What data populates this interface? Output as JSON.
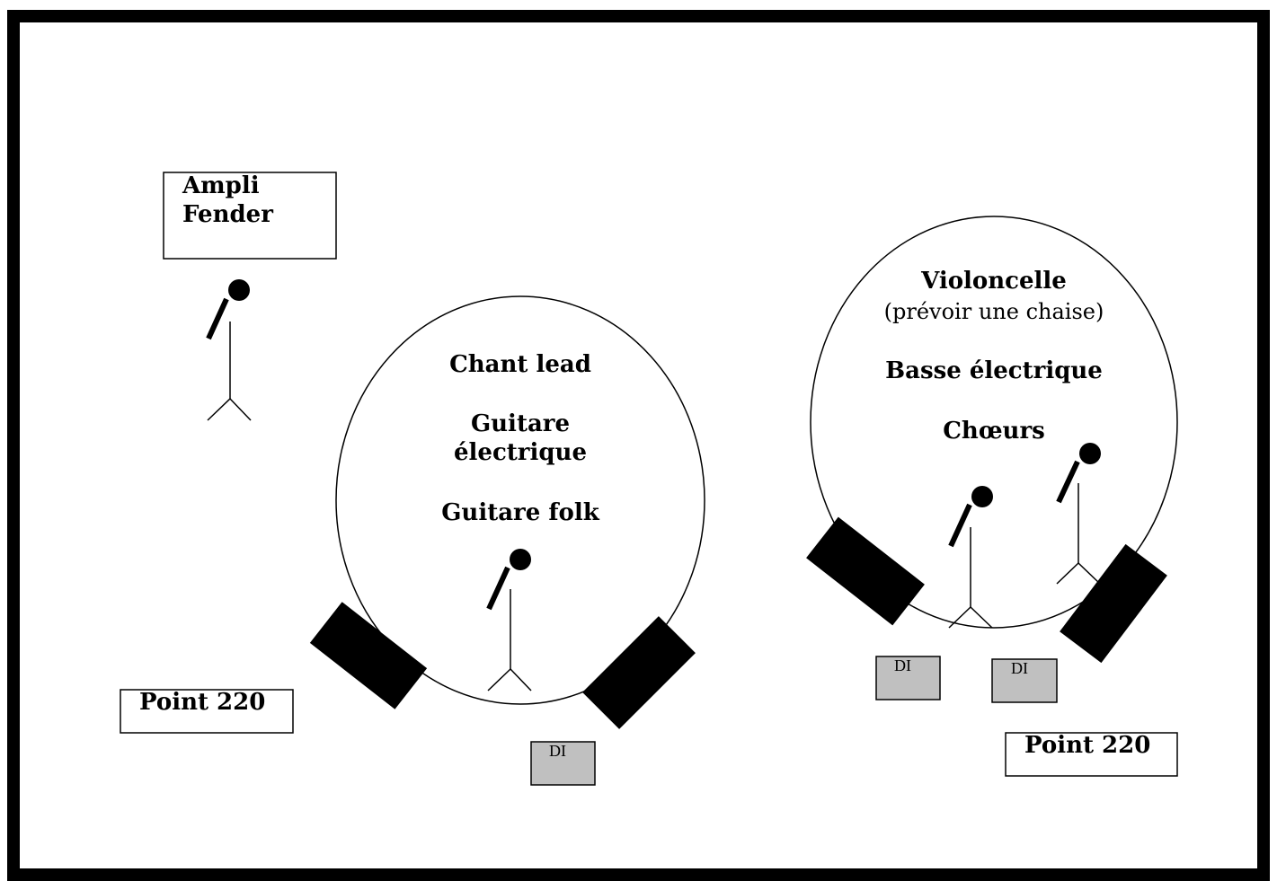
{
  "amp": {
    "line1": "Ampli",
    "line2": "Fender"
  },
  "power": {
    "left": "Point 220",
    "right": "Point 220"
  },
  "center": {
    "chant": "Chant lead",
    "guitare1": "Guitare",
    "guitare2": "électrique",
    "folk": "Guitare folk"
  },
  "right": {
    "violoncelle": "Violoncelle",
    "chaise": "(prévoir une chaise)",
    "basse": "Basse électrique",
    "choeurs": "Chœurs"
  },
  "di": {
    "label": "DI"
  },
  "colors": {
    "frame": "#000000",
    "monitor": "#000000",
    "di_box": "#c0c0c0"
  }
}
